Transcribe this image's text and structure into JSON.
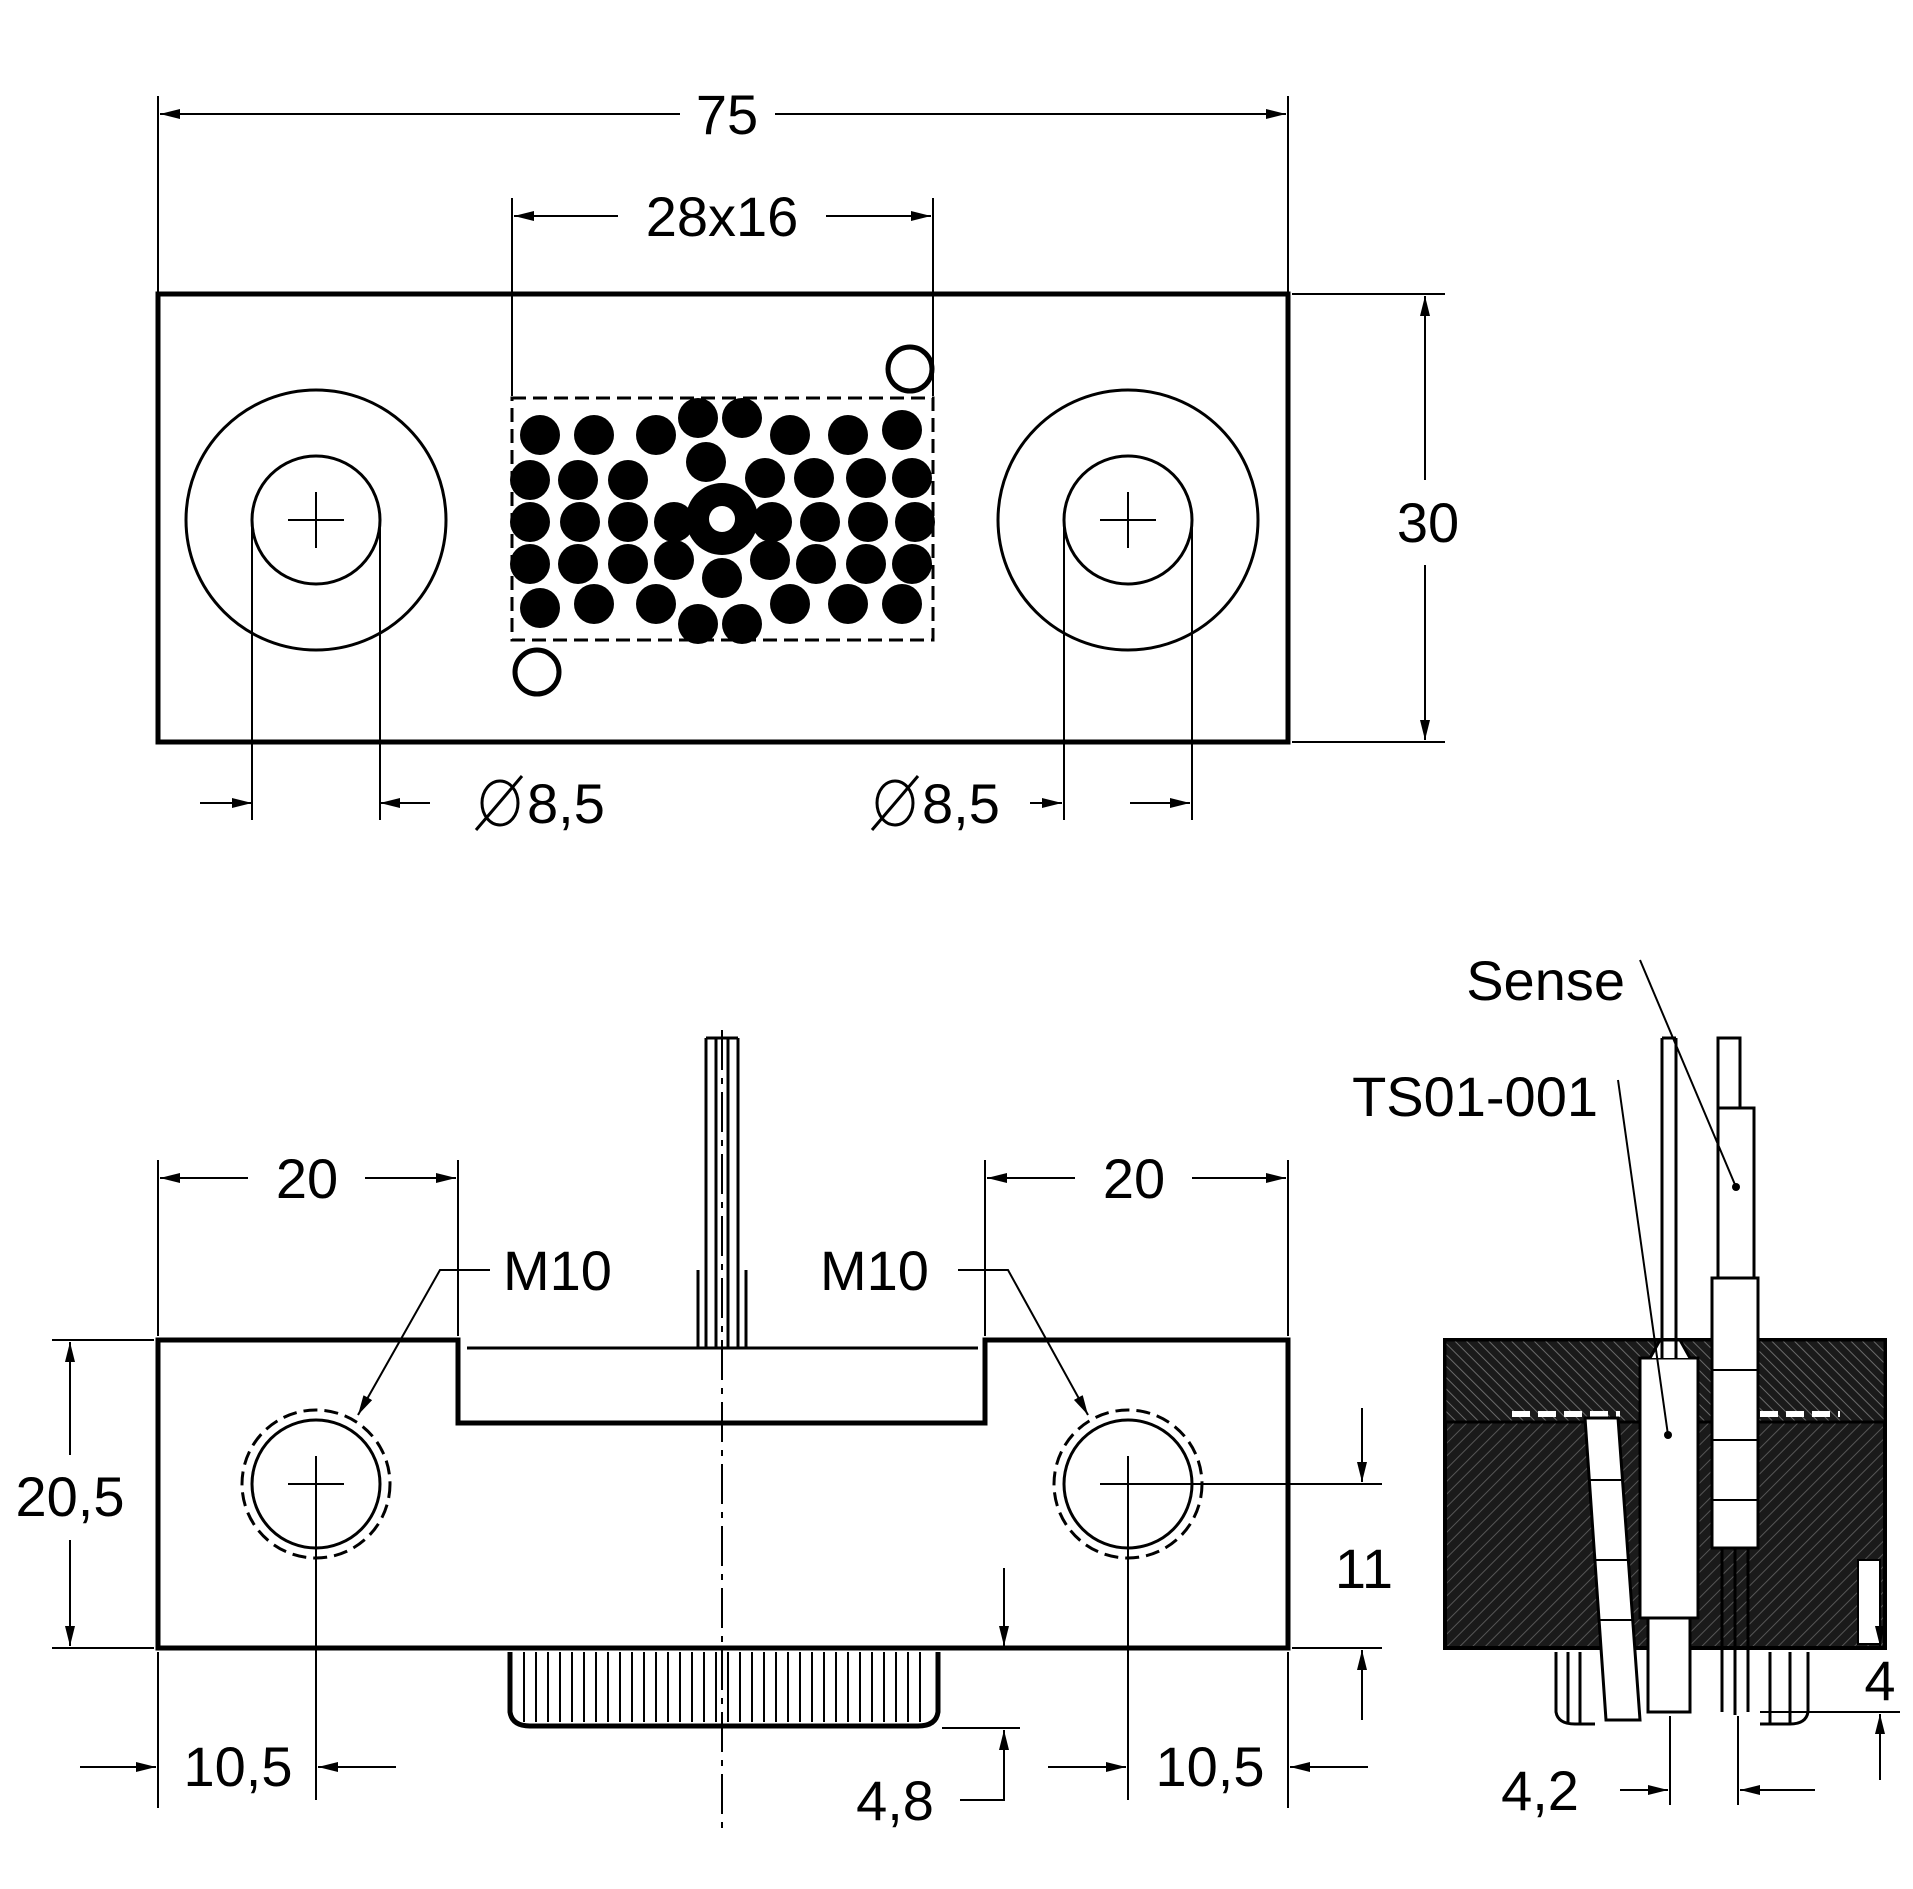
{
  "top_view": {
    "overall_width": "75",
    "pin_field": "28x16",
    "height": "30",
    "hole_left": "8,5",
    "hole_right": "8,5"
  },
  "front_view": {
    "offset_left": "20",
    "offset_right": "20",
    "thread_left": "M10",
    "thread_right": "M10",
    "height": "20,5",
    "hole_height": "11",
    "pin_length": "4,8",
    "edge_left": "10,5",
    "edge_right": "10,5"
  },
  "side_view": {
    "label_sense": "Sense",
    "label_part": "TS01-001",
    "pin_pitch": "4,2",
    "protrusion": "4"
  }
}
